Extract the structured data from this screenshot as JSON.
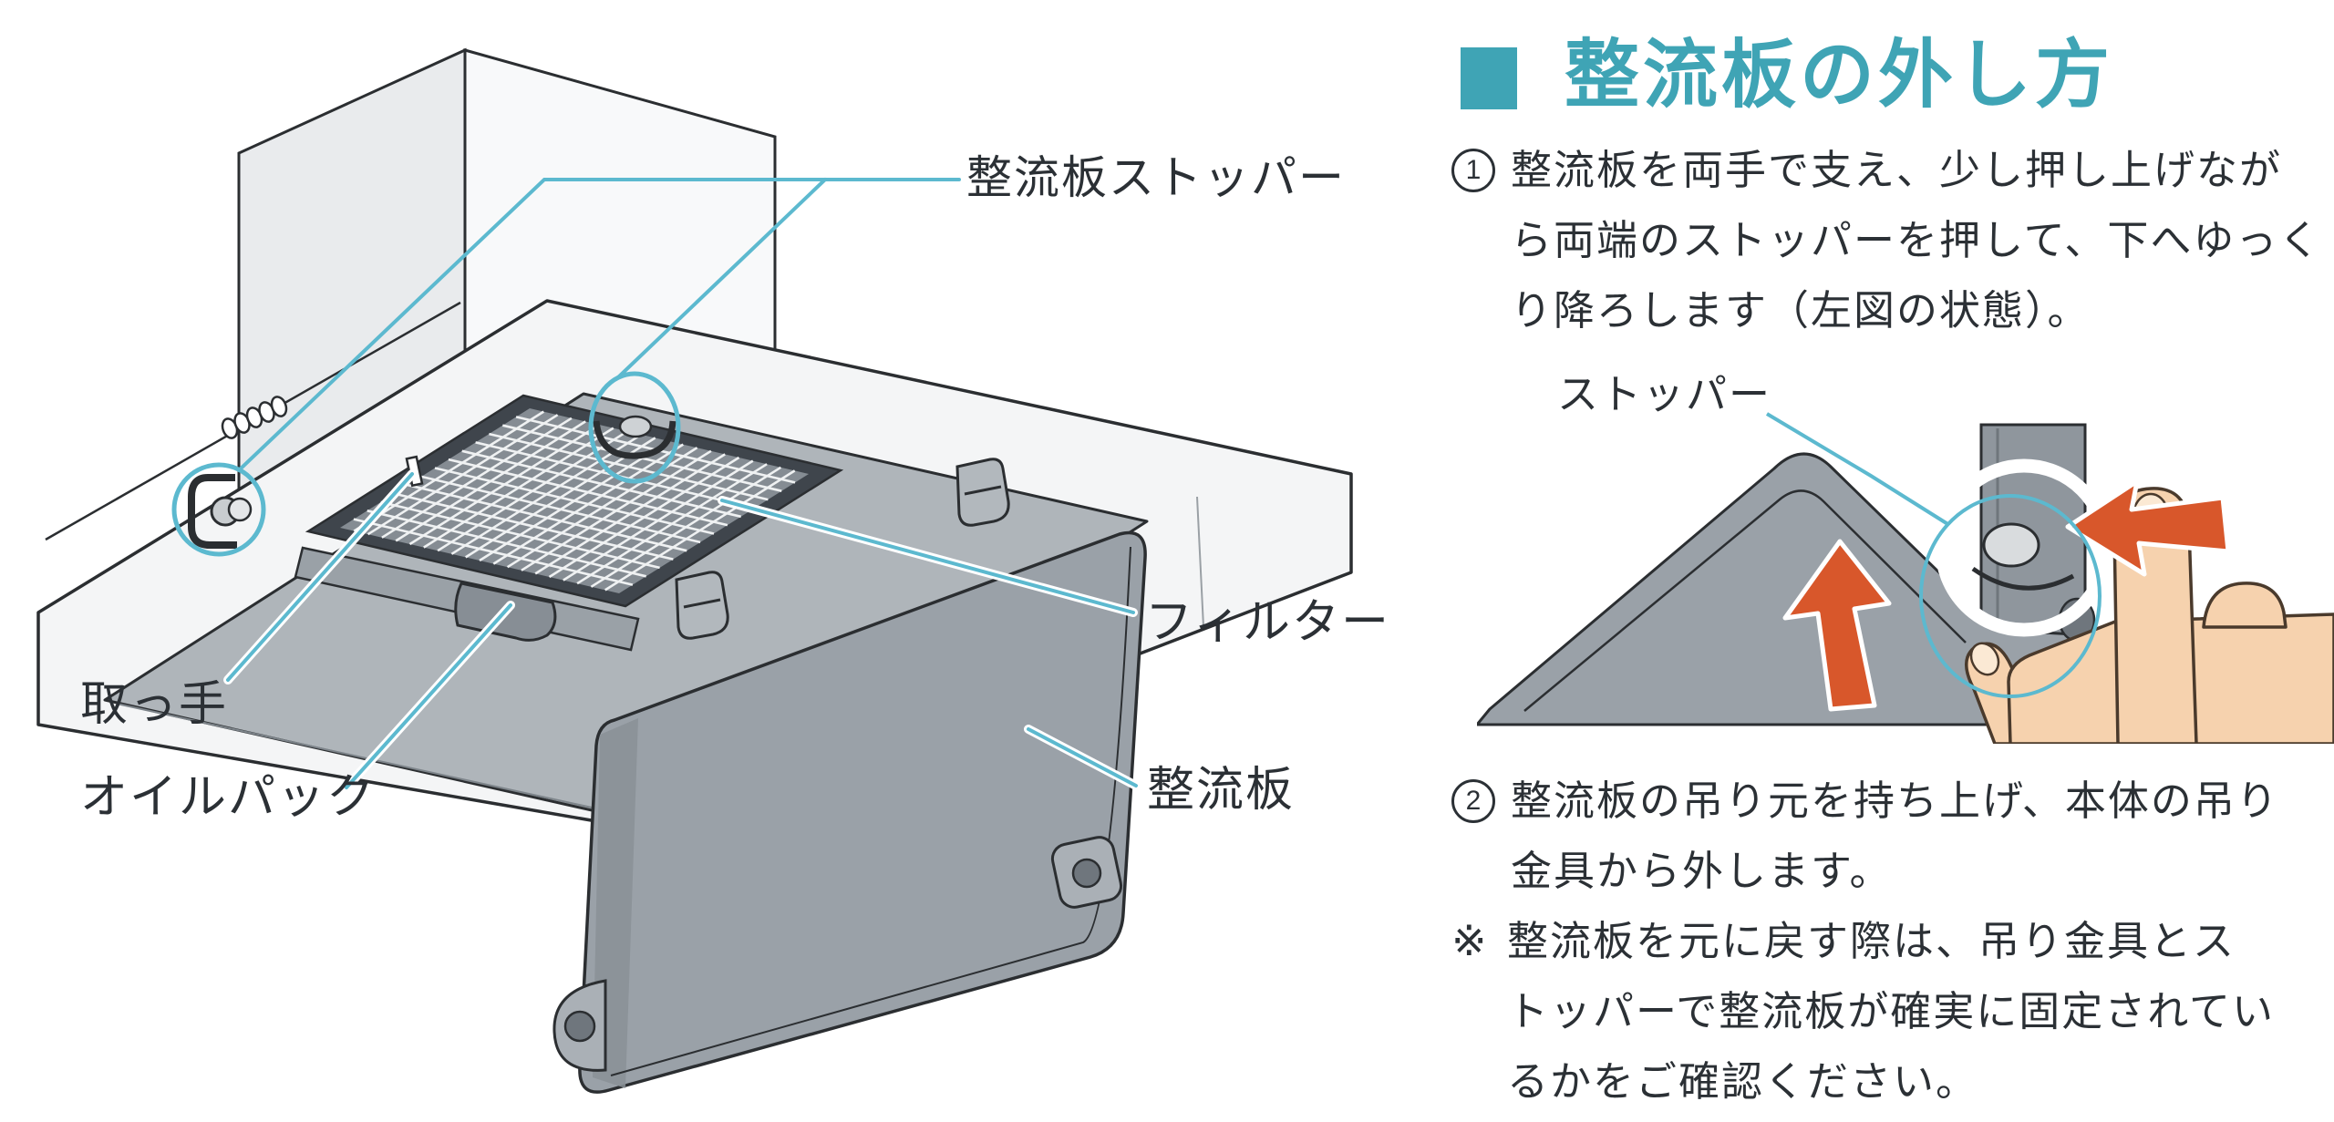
{
  "colors": {
    "accent_teal": "#3FA4B5",
    "leader_blue": "#5CB9CF",
    "arrow_orange": "#D8572B",
    "body_text": "#2B3035"
  },
  "diagram": {
    "labels": {
      "stopper": "整流板ストッパー",
      "filter": "フィルター",
      "baffle": "整流板",
      "handle": "取っ手",
      "oil_pack": "オイルパック"
    }
  },
  "panel": {
    "heading": "整流板の外し方",
    "step1": {
      "num": "1",
      "lines": [
        "整流板を両手で支え、少し押し上げなが",
        "ら両端のストッパーを押して、下へゆっく",
        "り降ろします（左図の状態）。"
      ]
    },
    "stopper_caption": "ストッパー",
    "step2": {
      "num": "2",
      "lines": [
        "整流板の吊り元を持ち上げ、本体の吊り",
        "金具から外します。"
      ]
    },
    "note": {
      "mark": "※",
      "lines": [
        "整流板を元に戻す際は、吊り金具とス",
        "トッパーで整流板が確実に固定されてい",
        "るかをご確認ください。"
      ]
    }
  }
}
